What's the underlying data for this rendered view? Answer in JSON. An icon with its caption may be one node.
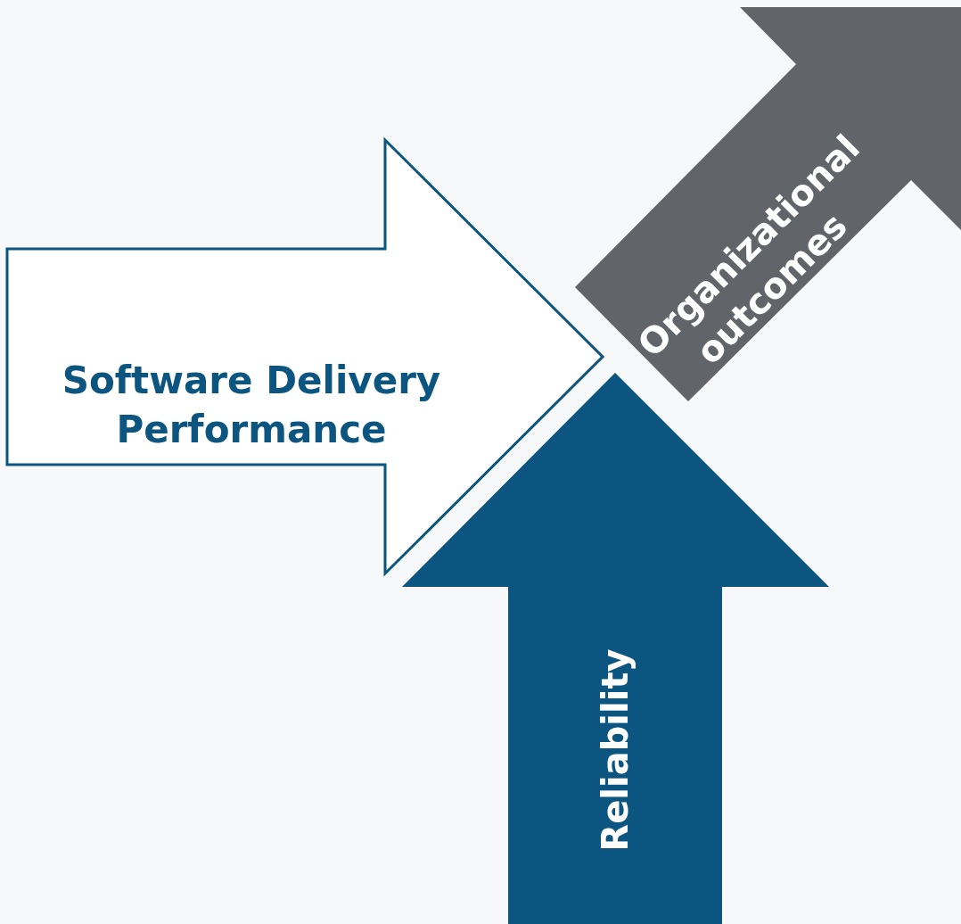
{
  "diagram": {
    "nodes": [
      {
        "text": [
          "Software Delivery Performance"
        ]
      },
      {
        "text": [
          "Organizational outcomes"
        ]
      },
      {
        "text": [
          "Reliability"
        ]
      }
    ]
  }
}
